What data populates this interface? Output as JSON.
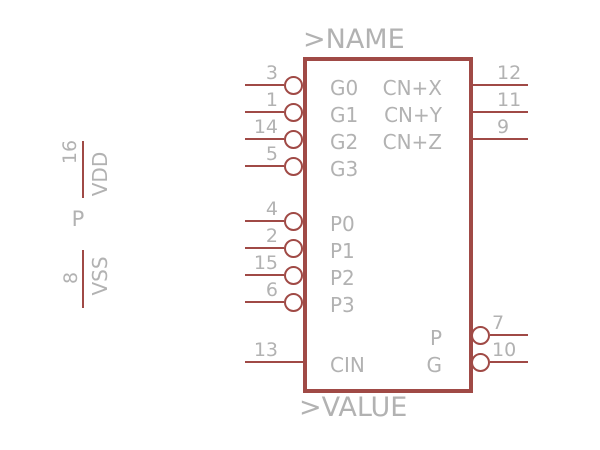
{
  "colors": {
    "symbol_outline": "#a04a46",
    "text_gray": "#b2b2b2",
    "background": "#ffffff"
  },
  "labels": {
    "name": ">NAME",
    "value": ">VALUE",
    "power_gate": "P"
  },
  "power_pins": [
    {
      "number": "16",
      "name": "VDD"
    },
    {
      "number": "8",
      "name": "VSS"
    }
  ],
  "pins": {
    "left": [
      {
        "number": "3",
        "label": "G0",
        "inverted": true
      },
      {
        "number": "1",
        "label": "G1",
        "inverted": true
      },
      {
        "number": "14",
        "label": "G2",
        "inverted": true
      },
      {
        "number": "5",
        "label": "G3",
        "inverted": true
      },
      {
        "number": "4",
        "label": "P0",
        "inverted": true
      },
      {
        "number": "2",
        "label": "P1",
        "inverted": true
      },
      {
        "number": "15",
        "label": "P2",
        "inverted": true
      },
      {
        "number": "6",
        "label": "P3",
        "inverted": true
      },
      {
        "number": "13",
        "label": "CIN",
        "inverted": false
      }
    ],
    "right": [
      {
        "number": "12",
        "label": "CN+X",
        "inverted": false
      },
      {
        "number": "11",
        "label": "CN+Y",
        "inverted": false
      },
      {
        "number": "9",
        "label": "CN+Z",
        "inverted": false
      },
      {
        "number": "7",
        "label": "P",
        "inverted": true
      },
      {
        "number": "10",
        "label": "G",
        "inverted": true
      }
    ]
  }
}
